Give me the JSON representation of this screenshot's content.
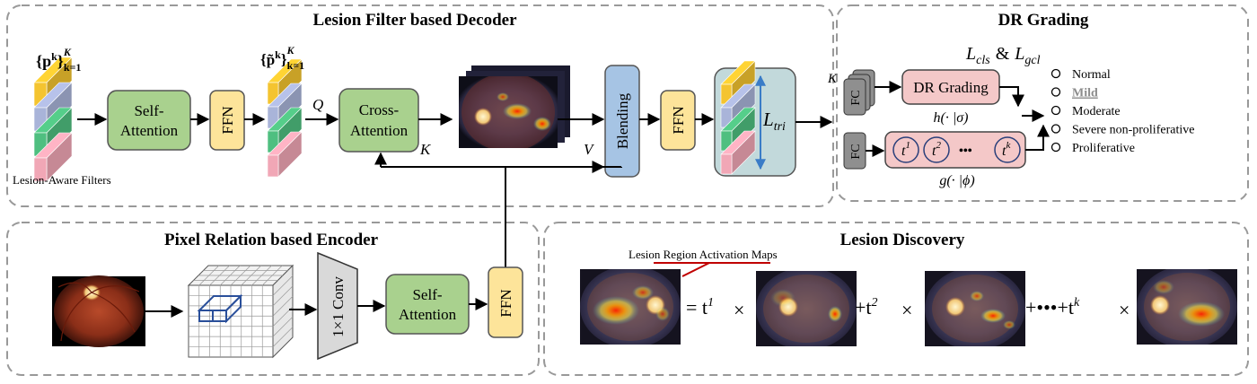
{
  "panels": {
    "decoder": "Lesion Filter based Decoder",
    "grading": "DR Grading",
    "encoder": "Pixel Relation based Encoder",
    "discovery": "Lesion Discovery"
  },
  "decoder": {
    "filters_label_main": "{p",
    "filters_label_sup": "k",
    "filters_label_close": "}",
    "filters_label_range": "K",
    "filters_label_sub": "k=1",
    "refined_label_main": "{p̃",
    "refined_label_sup": "k",
    "refined_label_close": "}",
    "refined_label_range": "K",
    "refined_label_sub": "k=1",
    "lesion_aware_filters": "Lesion-Aware Filters",
    "self_attention_line1": "Self-",
    "self_attention_line2": "Attention",
    "ffn": "FFN",
    "q_label": "Q",
    "cross_attention_line1": "Cross-",
    "cross_attention_line2": "Attention",
    "k_label": "K",
    "v_label": "V",
    "blending": "Blending",
    "ffn2": "FFN",
    "loss_tri_main": "L",
    "loss_tri_sub": "tri"
  },
  "grading": {
    "k_label": "K",
    "fc_top": "FC",
    "fc_bottom": "FC",
    "loss_cls_main": "L",
    "loss_cls_sub": "cls",
    "loss_amp": "&",
    "loss_gcl_main": "L",
    "loss_gcl_sub": "gcl",
    "dr_grading_box": "DR Grading",
    "h_func": "h(· |σ)",
    "g_func": "g(· |ϕ)",
    "t_tokens": [
      {
        "base": "t",
        "sup": "1"
      },
      {
        "base": "t",
        "sup": "2"
      },
      {
        "base": "t",
        "sup": "k"
      }
    ],
    "t_dots": "•••",
    "classes": [
      {
        "label": "Normal",
        "highlight": false
      },
      {
        "label": "Mild",
        "highlight": true
      },
      {
        "label": "Moderate",
        "highlight": false
      },
      {
        "label": "Severe non-proliferative",
        "highlight": false
      },
      {
        "label": "Proliferative",
        "highlight": false
      }
    ],
    "highlight_color": "#8c8c8c"
  },
  "encoder": {
    "conv_label": "1×1 Conv",
    "self_attention_line1": "Self-",
    "self_attention_line2": "Attention",
    "ffn": "FFN"
  },
  "discovery": {
    "lram_label": "Lesion Region Activation Maps",
    "eq_t1": "= t",
    "eq_t1_sup": "1",
    "times1": "×",
    "eq_t2": "+t",
    "eq_t2_sup": "2",
    "times2": "×",
    "eq_dots": "+•••+t",
    "eq_dots_sup": "k",
    "times3": "×"
  },
  "colors": {
    "green": "#a9d18e",
    "yellow": "#fde49a",
    "blue": "#a6c4e4",
    "pink": "#f4c8c8",
    "teal": "#c2d9db",
    "gray": "#8f8f8f",
    "cube_yellow": "#f4c430",
    "cube_blue": "#a9b4d9",
    "cube_green": "#4fbf80",
    "cube_pink": "#f1a7b6"
  }
}
